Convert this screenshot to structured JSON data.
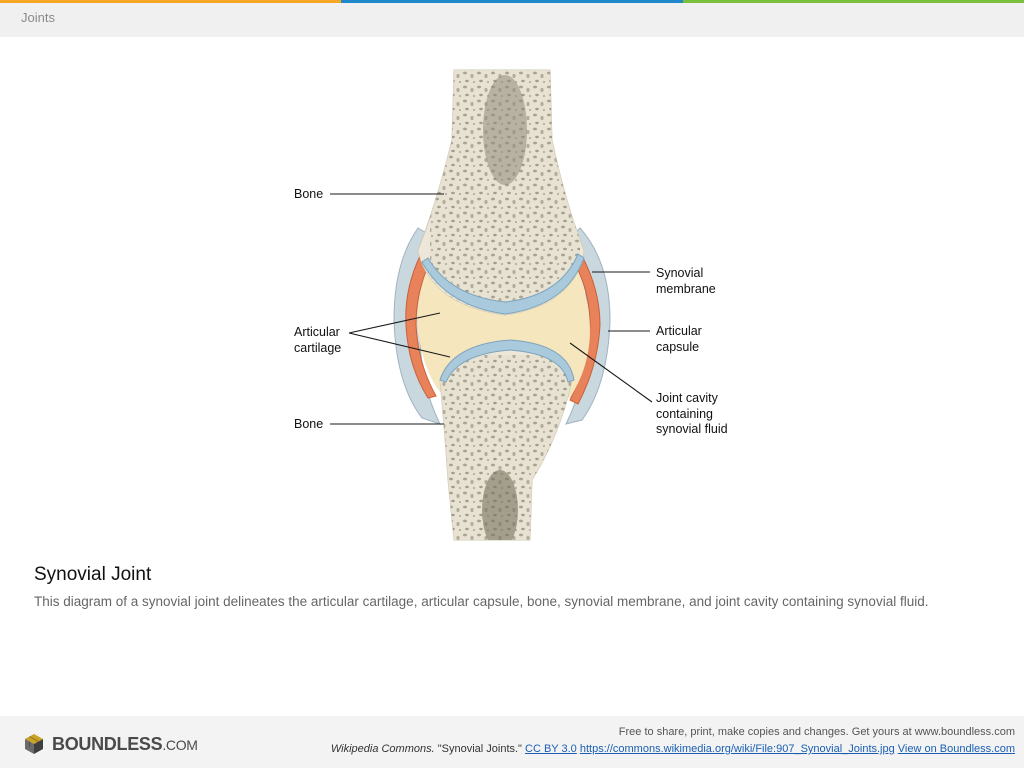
{
  "header": {
    "section_title": "Joints"
  },
  "figure": {
    "labels": {
      "bone_top": "Bone",
      "articular_cartilage": "Articular\ncartilage",
      "bone_bottom": "Bone",
      "synovial_membrane": "Synovial\nmembrane",
      "articular_capsule": "Articular\ncapsule",
      "joint_cavity": "Joint cavity\ncontaining\nsynovial fluid"
    }
  },
  "caption": {
    "title": "Synovial Joint",
    "description": "This diagram of a synovial joint delineates the articular cartilage, articular capsule, bone, synovial membrane, and joint cavity containing synovial fluid."
  },
  "footer": {
    "logo_main": "BOUNDLESS",
    "logo_suffix": ".COM",
    "free_text": "Free to share, print, make copies and changes. Get yours at www.boundless.com",
    "source_italic": "Wikipedia Commons.",
    "source_title": " \"Synovial Joints.\" ",
    "license_link": "CC BY 3.0",
    "url_link": "https://commons.wikimedia.org/wiki/File:907_Synovial_Joints.jpg",
    "view_link": "View on Boundless.com"
  },
  "colors": {
    "stripe_orange": "#f5a623",
    "stripe_blue": "#1e88c8",
    "stripe_green": "#7cbf3f",
    "bone": "#ece7d9",
    "cartilage": "#a9c9dc",
    "synovial_fluid": "#f6e6bd",
    "synovial_membrane": "#e8825a",
    "link": "#1a5fb4"
  },
  "icons": [
    "cube-logo-icon"
  ]
}
